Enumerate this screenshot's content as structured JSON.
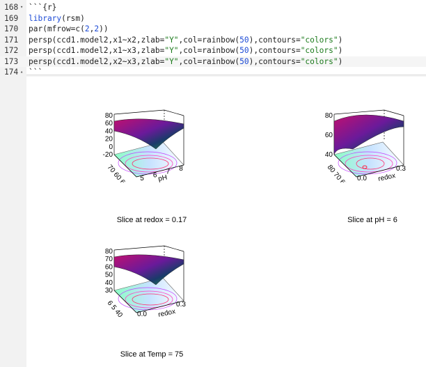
{
  "editor": {
    "lines": [
      {
        "num": "168",
        "fold": "▾",
        "parts": [
          [
            "",
            "```{r}"
          ]
        ]
      },
      {
        "num": "169",
        "fold": "",
        "parts": [
          [
            "kw",
            "library"
          ],
          [
            "",
            "(rsm)"
          ]
        ]
      },
      {
        "num": "170",
        "fold": "",
        "parts": [
          [
            "",
            "par(mfrow=c("
          ],
          [
            "num",
            "2"
          ],
          [
            "",
            ","
          ],
          [
            "num",
            "2"
          ],
          [
            "",
            "))"
          ]
        ]
      },
      {
        "num": "171",
        "fold": "",
        "parts": [
          [
            "",
            "persp(ccd1.model2,x1~x2,zlab="
          ],
          [
            "str",
            "\"Y\""
          ],
          [
            "",
            ",col=rainbow("
          ],
          [
            "num",
            "50"
          ],
          [
            "",
            "),contours="
          ],
          [
            "str",
            "\"colors\""
          ],
          [
            "",
            ")"
          ]
        ]
      },
      {
        "num": "172",
        "fold": "",
        "parts": [
          [
            "",
            "persp(ccd1.model2,x1~x3,zlab="
          ],
          [
            "str",
            "\"Y\""
          ],
          [
            "",
            ",col=rainbow("
          ],
          [
            "num",
            "50"
          ],
          [
            "",
            "),contours="
          ],
          [
            "str",
            "\"colors\""
          ],
          [
            "",
            ")"
          ]
        ]
      },
      {
        "num": "173",
        "fold": "",
        "parts": [
          [
            "",
            "persp(ccd1.model2,x2~x3,zlab="
          ],
          [
            "str",
            "\"Y\""
          ],
          [
            "",
            ",col=rainbow("
          ],
          [
            "num",
            "50"
          ],
          [
            "",
            "),contours="
          ],
          [
            "str",
            "\"colors\""
          ],
          [
            "",
            ")"
          ]
        ]
      },
      {
        "num": "174",
        "fold": "▴",
        "parts": [
          [
            "",
            "```"
          ]
        ]
      }
    ]
  },
  "plots": [
    {
      "caption": "Slice at redox = 0.17",
      "zticks": [
        "80",
        "60",
        "40",
        "20",
        "0",
        "-20"
      ],
      "xticks": [
        "5",
        "6",
        "7",
        "8"
      ],
      "xlabel": "pH",
      "leftticks": "70 60 64"
    },
    {
      "caption": "Slice at pH = 6",
      "zticks": [
        "80",
        "60",
        "40"
      ],
      "xticks": [
        "0.0",
        "0.3"
      ],
      "xlabel": "redox",
      "leftticks": "80 70 65"
    },
    {
      "caption": "Slice at Temp = 75",
      "zticks": [
        "80",
        "70",
        "60",
        "50",
        "40",
        "30"
      ],
      "xticks": [
        "0.0",
        "0.3"
      ],
      "xlabel": "redox",
      "leftticks": "6 5 40"
    }
  ]
}
